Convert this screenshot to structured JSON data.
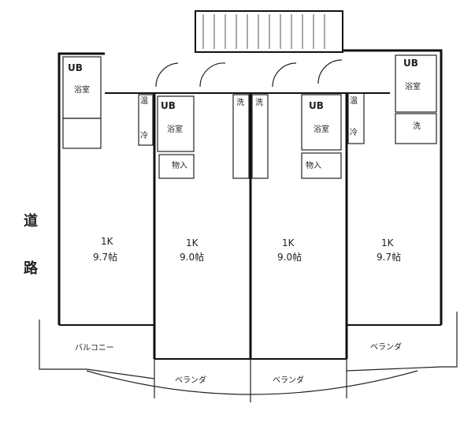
{
  "road": [
    "道",
    "路"
  ],
  "units": [
    {
      "id": "unit-1",
      "bath": "UB",
      "bath_text": "浴室",
      "room_type": "1K",
      "room_size": "9.7帖",
      "balcony": "バルコニー"
    },
    {
      "id": "unit-2",
      "bath": "UB",
      "bath_text": "浴室",
      "room_type": "1K",
      "room_size": "9.0帖",
      "balcony": "ベランダ"
    },
    {
      "id": "unit-3",
      "bath": "UB",
      "bath_text": "浴室",
      "room_type": "1K",
      "room_size": "9.0帖",
      "balcony": "ベランダ"
    },
    {
      "id": "unit-4",
      "bath": "UB",
      "bath_text": "浴室",
      "room_type": "1K",
      "room_size": "9.7帖",
      "balcony": "ベランダ"
    }
  ],
  "fixtures": {
    "washer": "洗",
    "storage": "物入",
    "heater": "温",
    "fridge": "冷",
    "cooker": "洗"
  }
}
